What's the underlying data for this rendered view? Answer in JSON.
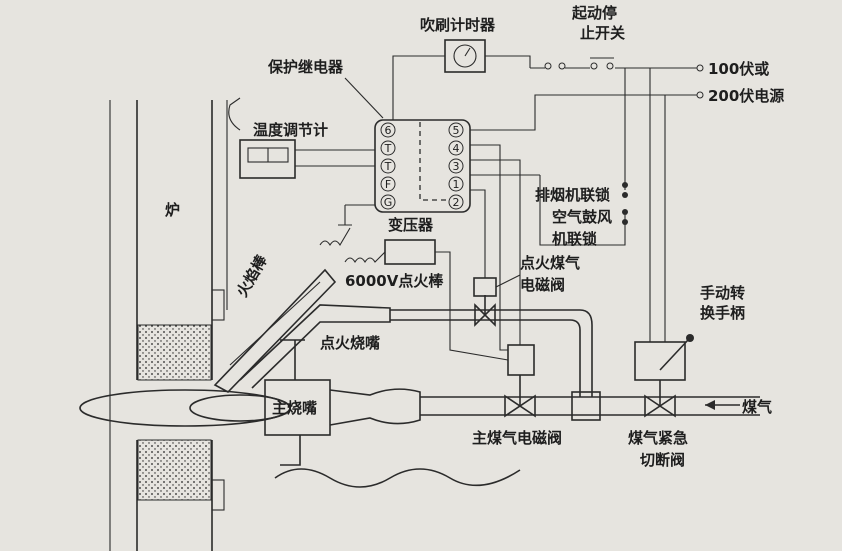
{
  "labels": {
    "purge_timer": "吹刷计时器",
    "start_stop_switch_1": "起动停",
    "start_stop_switch_2": "止开关",
    "protection_relay": "保护继电器",
    "power_1": "100伏或",
    "power_2": "200伏电源",
    "temp_controller": "温度调节计",
    "furnace": "炉",
    "transformer": "变压器",
    "interlock_1": "排烟机联锁",
    "interlock_2": "空气鼓风",
    "interlock_3": "机联锁",
    "flame_rod": "火焰棒",
    "ignition_rod": "6000V点火棒",
    "pilot_valve_1": "点火煤气",
    "pilot_valve_2": "电磁阀",
    "manual_handle_1": "手动转",
    "manual_handle_2": "换手柄",
    "pilot_burner": "点火烧嘴",
    "main_burner": "主烧嘴",
    "gas": "煤气",
    "main_valve": "主煤气电磁阀",
    "emergency_valve_1": "煤气紧急",
    "emergency_valve_2": "切断阀"
  },
  "relay_terminals": {
    "left": [
      "6",
      "T",
      "T",
      "F",
      "G"
    ],
    "right": [
      "5",
      "4",
      "3",
      "1",
      "2"
    ]
  }
}
